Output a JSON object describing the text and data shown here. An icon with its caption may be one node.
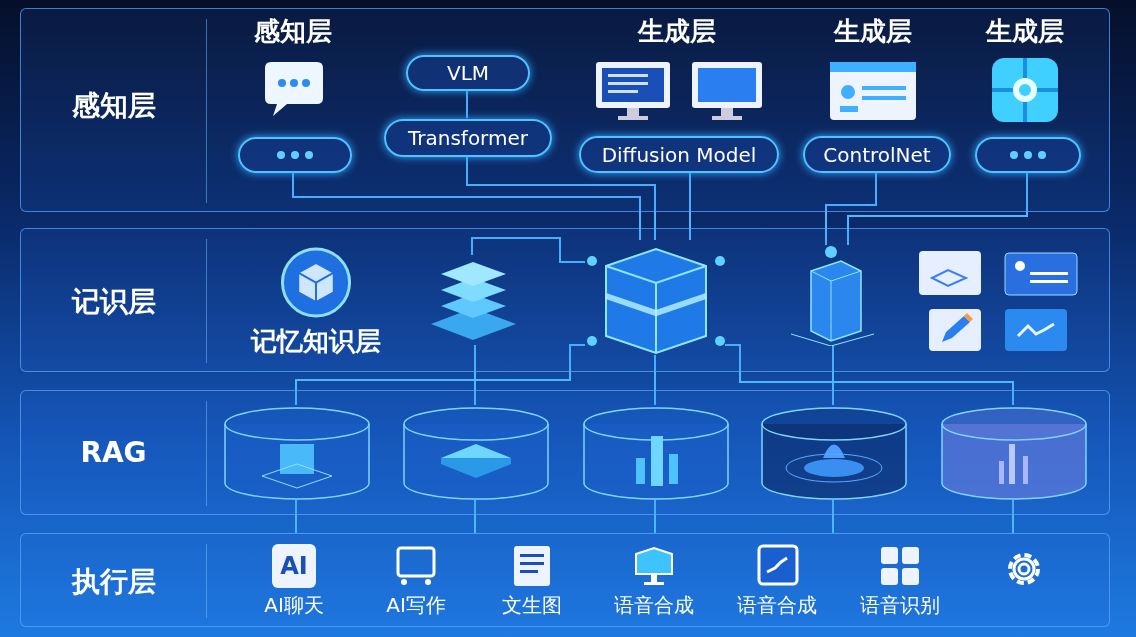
{
  "diagram": {
    "nodes": [
      {
        "text": [
          "感知层"
        ]
      },
      {
        "text": [],
        "shape": "box",
        "in": 0
      },
      {
        "text": [
          "VLM"
        ],
        "in": 0
      },
      {
        "text": [
          "Transformer"
        ],
        "in": 0
      },
      {
        "text": [
          "Diffusion Model"
        ],
        "in": 0
      },
      {
        "text": [
          "ControlNet"
        ],
        "in": 0
      },
      {
        "text": [],
        "shape": "box",
        "in": 0
      },
      {
        "text": [
          "记识层"
        ]
      },
      {
        "text": [
          "记忆知识层"
        ],
        "in": 7
      },
      {
        "text": [],
        "shape": "picture",
        "in": 7
      },
      {
        "text": [],
        "shape": "picture",
        "in": 7
      },
      {
        "text": [],
        "shape": "picture",
        "in": 7
      },
      {
        "text": [
          "RAG"
        ]
      },
      {
        "text": [],
        "shape": "cylinder",
        "in": 12
      },
      {
        "text": [],
        "shape": "cylinder",
        "in": 12
      },
      {
        "text": [],
        "shape": "cylinder",
        "in": 12
      },
      {
        "text": [],
        "shape": "cylinder",
        "in": 12
      },
      {
        "text": [],
        "shape": "cylinder",
        "in": 12
      },
      {
        "text": [
          "执行层"
        ]
      },
      {
        "text": [
          "AI",
          "AI聊天"
        ],
        "in": 18
      },
      {
        "text": [
          "AI写作"
        ],
        "in": 18
      },
      {
        "text": [
          "文生图"
        ],
        "in": 18
      },
      {
        "text": [
          "语音合成"
        ],
        "in": 18
      },
      {
        "text": [
          "语音合成"
        ],
        "in": 18
      },
      {
        "text": [
          "语音识别"
        ],
        "in": 18
      },
      {
        "text": [],
        "shape": "picture",
        "in": 18
      }
    ],
    "edges": [
      {
        "from": 2,
        "to": 3,
        "arrow": "none"
      },
      {
        "from": 1,
        "to": 10,
        "arrow": "none"
      },
      {
        "from": 3,
        "to": 10,
        "arrow": "none"
      },
      {
        "from": 4,
        "to": 10,
        "arrow": "none"
      },
      {
        "from": 5,
        "to": 11,
        "arrow": "none"
      },
      {
        "from": 6,
        "to": 11,
        "arrow": "none"
      },
      {
        "from": 10,
        "to": 9,
        "arrow": "none"
      },
      {
        "from": 10,
        "to": 13,
        "arrow": "none"
      },
      {
        "from": 9,
        "to": 14,
        "arrow": "none"
      },
      {
        "from": 10,
        "to": 15,
        "arrow": "none"
      },
      {
        "from": 11,
        "to": 16,
        "arrow": "none"
      },
      {
        "from": 10,
        "to": 17,
        "arrow": "none"
      },
      {
        "from": 13,
        "to": 18,
        "arrow": "none"
      },
      {
        "from": 14,
        "to": 18,
        "arrow": "none"
      },
      {
        "from": 15,
        "to": 18,
        "arrow": "none"
      },
      {
        "from": 16,
        "to": 18,
        "arrow": "none"
      },
      {
        "from": 17,
        "to": 18,
        "arrow": "none"
      }
    ],
    "labels": [
      "感知层",
      "生成层",
      "生成层",
      "生成层"
    ]
  }
}
